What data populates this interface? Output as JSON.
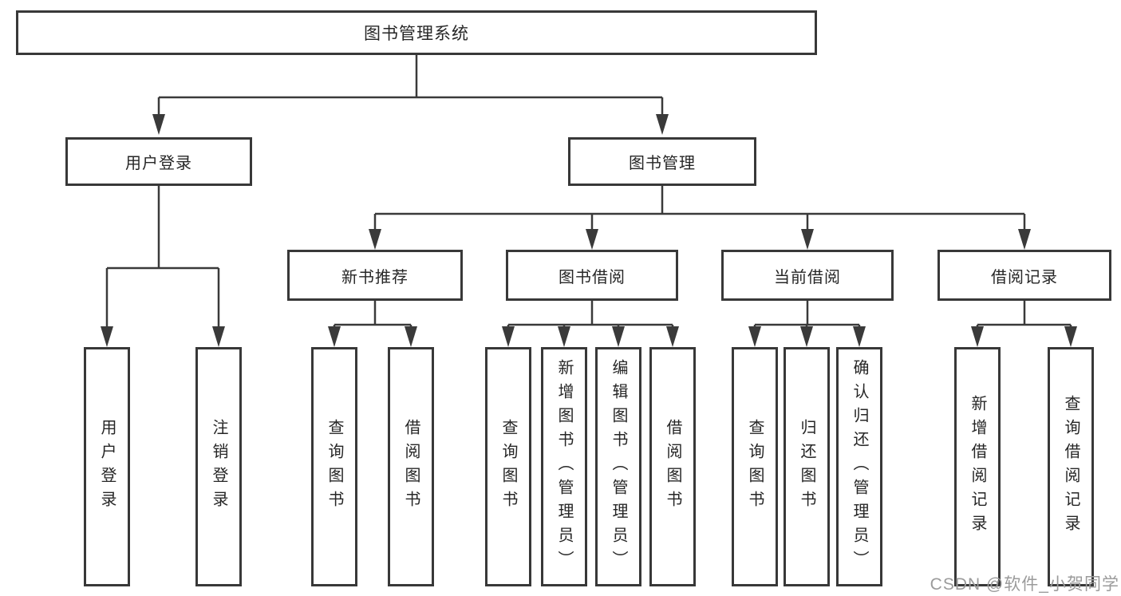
{
  "tree": {
    "label": "图书管理系统",
    "children": [
      {
        "label": "用户登录",
        "children": [
          {
            "label": "用户登录"
          },
          {
            "label": "注销登录"
          }
        ]
      },
      {
        "label": "图书管理",
        "children": [
          {
            "label": "新书推荐",
            "children": [
              {
                "label": "查询图书"
              },
              {
                "label": "借阅图书"
              }
            ]
          },
          {
            "label": "图书借阅",
            "children": [
              {
                "label": "查询图书"
              },
              {
                "label": "新增图书（管理员）"
              },
              {
                "label": "编辑图书（管理员）"
              },
              {
                "label": "借阅图书"
              }
            ]
          },
          {
            "label": "当前借阅",
            "children": [
              {
                "label": "查询图书"
              },
              {
                "label": "归还图书"
              },
              {
                "label": "确认归还（管理员）"
              }
            ]
          },
          {
            "label": "借阅记录",
            "children": [
              {
                "label": "新增借阅记录"
              },
              {
                "label": "查询借阅记录"
              }
            ]
          }
        ]
      }
    ]
  },
  "watermark": {
    "text": "CSDN @软件_小贺同学"
  },
  "colors": {
    "background": "#ffffff",
    "line": "#3a3a3a",
    "border": "#383838",
    "text": "#262626",
    "watermark": "#9b9b9b"
  }
}
